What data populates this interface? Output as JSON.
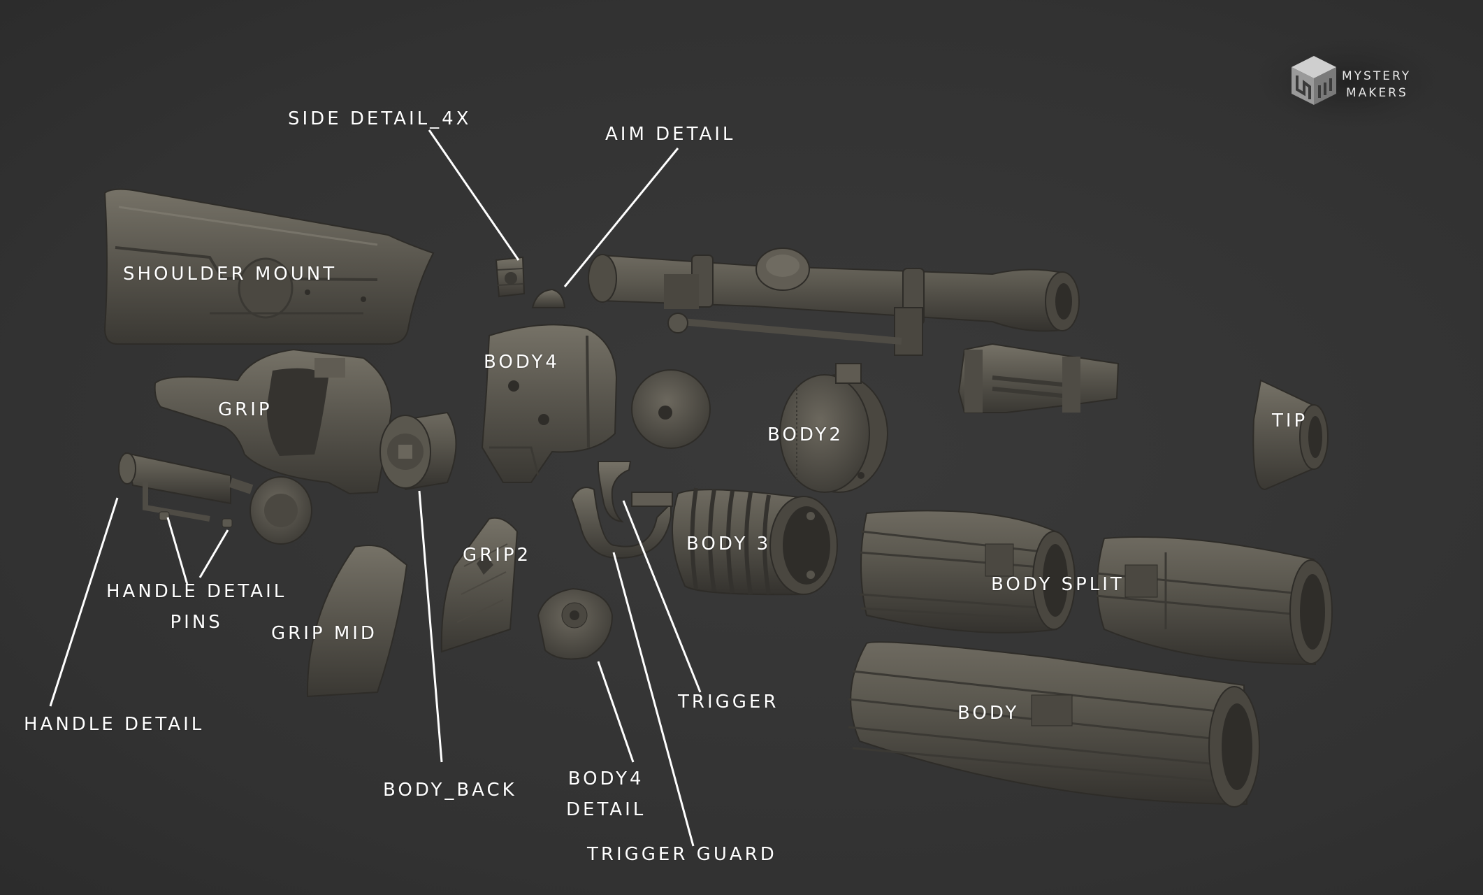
{
  "logo": {
    "line1": "MYSTERY",
    "line2": "MAKERS"
  },
  "labels": {
    "side_detail": "SIDE DETAIL_4X",
    "aim_detail": "AIM DETAIL",
    "shoulder_mount": "SHOULDER MOUNT",
    "body4": "BODY4",
    "grip": "GRIP",
    "body2": "BODY2",
    "tip": "TIP",
    "handle_detail_pins_1": "HANDLE DETAIL",
    "handle_detail_pins_2": "PINS",
    "grip2": "GRIP2",
    "body3": "BODY 3",
    "body_split": "BODY SPLIT",
    "grip_mid": "GRIP MID",
    "handle_detail": "HANDLE DETAIL",
    "trigger": "TRIGGER",
    "body": "BODY",
    "body_back": "BODY_BACK",
    "body4_detail_1": "BODY4",
    "body4_detail_2": "DETAIL",
    "trigger_guard": "TRIGGER GUARD"
  },
  "colors": {
    "background": "#343434",
    "part": "#58554d",
    "part_dark": "#3c3a35",
    "part_light": "#757167",
    "leader": "#ffffff"
  }
}
